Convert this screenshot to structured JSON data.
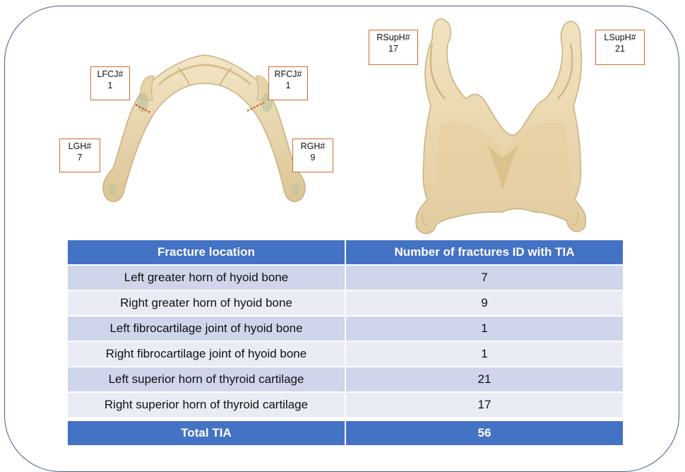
{
  "callouts": {
    "lfcj": {
      "code": "LFCJ#",
      "count": "1"
    },
    "rfcj": {
      "code": "RFCJ#",
      "count": "1"
    },
    "lgh": {
      "code": "LGH#",
      "count": "7"
    },
    "rgh": {
      "code": "RGH#",
      "count": "9"
    },
    "rsuph": {
      "code": "RSupH#",
      "count": "17"
    },
    "lsuph": {
      "code": "LSupH#",
      "count": "21"
    }
  },
  "table": {
    "headers": [
      "Fracture location",
      "Number of fractures ID with TIA"
    ],
    "rows": [
      {
        "location": "Left greater horn of hyoid bone",
        "count": "7"
      },
      {
        "location": "Right greater horn of hyoid bone",
        "count": "9"
      },
      {
        "location": "Left fibrocartilage joint of hyoid bone",
        "count": "1"
      },
      {
        "location": "Right fibrocartilage joint of hyoid bone",
        "count": "1"
      },
      {
        "location": "Left superior horn of thyroid cartilage",
        "count": "21"
      },
      {
        "location": "Right superior horn of thyroid cartilage",
        "count": "17"
      }
    ],
    "total": {
      "label": "Total TIA",
      "value": "56"
    }
  },
  "colors": {
    "frame": "#3f5f8c",
    "callout_border": "#d2692a",
    "header_bg": "#4472c4",
    "row_odd": "#cfd5ea",
    "row_even": "#e9ebf5",
    "bone": "#ecdcb6",
    "bone_shadow": "#d9c293"
  },
  "icons": [
    "hyoid-bone-illustration",
    "thyroid-cartilage-illustration"
  ]
}
